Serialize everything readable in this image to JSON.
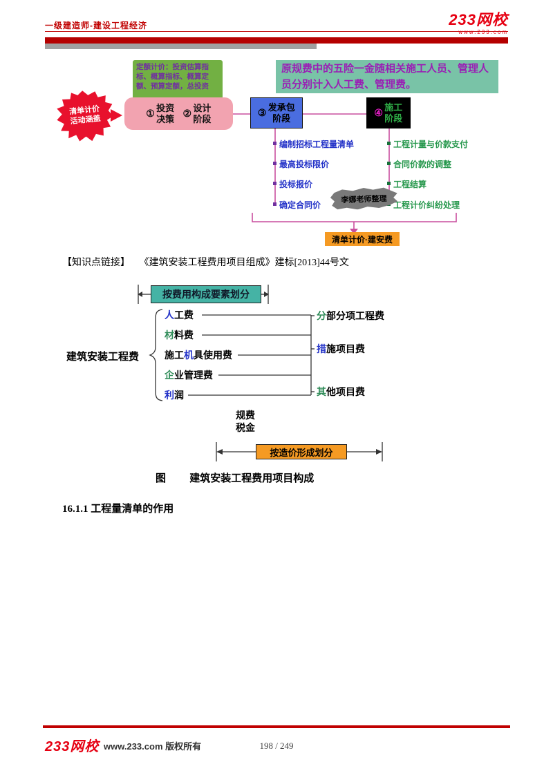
{
  "header": {
    "doc_title": "一级建造师-建设工程经济",
    "logo": "233网校",
    "logo_url": "www.233.com"
  },
  "diagram1": {
    "quota_note": "定额计价：投资估算指标、概算指标、概算定额、预算定额，总投资",
    "fee_note": "原规费中的五险一金随相关施工人员、管理人员分别计入人工费、管理费。",
    "starburst": "清单计价活动涵盖",
    "stage1_num": "①",
    "stage1_label": "投资决策",
    "stage2_num": "②",
    "stage2_label": "设计阶段",
    "stage3_num": "③",
    "stage3_label": "发承包阶段",
    "stage4_num": "④",
    "stage4_label": "施工阶段",
    "bid_items": [
      "编制招标工程量清单",
      "最高投标限价",
      "投标报价",
      "确定合同价"
    ],
    "construction_items": [
      "工程计量与价款支付",
      "合同价款的调整",
      "工程结算",
      "工程计价纠纷处理"
    ],
    "teacher_note": "李娜老师整理",
    "summary_tag": "清单计价·建安费"
  },
  "knowledge_link": {
    "label": "【知识点链接】",
    "text": "《建筑安装工程费用项目组成》建标[2013]44号文"
  },
  "diagram2": {
    "element_divider": "按费用构成要素划分",
    "root_label": "建筑安装工程费",
    "cost_elements": [
      {
        "pre": "",
        "head": "人",
        "rest": "工费"
      },
      {
        "pre": "",
        "head": "材",
        "rest": "料费"
      },
      {
        "pre": "施工",
        "head": "机",
        "rest": "具使用费"
      },
      {
        "pre": "",
        "head": "企",
        "rest": "业管理费"
      },
      {
        "pre": "",
        "head": "利",
        "rest": "润"
      }
    ],
    "price_items": [
      {
        "head": "分",
        "rest": "部分项工程费"
      },
      {
        "head": "措",
        "rest": "施项目费"
      },
      {
        "head": "其",
        "rest": "他项目费"
      }
    ],
    "fees": "规费",
    "tax": "税金",
    "price_divider": "按造价形成划分",
    "caption_fig": "图",
    "caption_text": "建筑安装工程费用项目构成"
  },
  "section": {
    "heading": "16.1.1 工程量清单的作用"
  },
  "footer": {
    "logo": "233网校",
    "copyright": "www.233.com 版权所有",
    "page": "198 / 249"
  },
  "colors": {
    "brand_red": "#e60012",
    "title_red": "#c00000",
    "note_green": "#72b043",
    "note_teal": "#79c3a7",
    "note_purple": "#7030a0",
    "stage_pink": "#f2a3b0",
    "stage_blue": "#4a6de0",
    "stage_black": "#000000",
    "item_blue": "#2433c8",
    "item_green": "#27984d",
    "connector_magenta": "#c94f9e",
    "tag_orange": "#f59a23",
    "divider_teal": "#45b3a5"
  }
}
